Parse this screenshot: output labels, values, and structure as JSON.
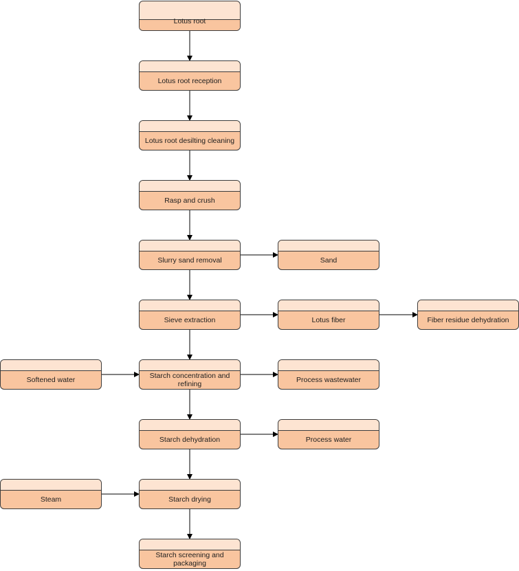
{
  "nodes": {
    "lotus_root": "Lotus root",
    "lotus_root_reception": "Lotus root reception",
    "desilting_cleaning": "Lotus root desilting cleaning",
    "rasp_and_crush": "Rasp and crush",
    "slurry_sand_removal": "Slurry sand removal",
    "sand": "Sand",
    "sieve_extraction": "Sieve extraction",
    "lotus_fiber": "Lotus fiber",
    "fiber_residue_dehydration": "Fiber residue dehydration",
    "softened_water": "Softened water",
    "starch_concentration_refining": "Starch concentration and refining",
    "process_wastewater": "Process wastewater",
    "starch_dehydration": "Starch dehydration",
    "process_water": "Process water",
    "steam": "Steam",
    "starch_drying": "Starch drying",
    "starch_screening_packaging": "Starch screening and packaging"
  },
  "colors": {
    "box_fill": "#f9c59f",
    "box_band": "#fde4d2",
    "stroke": "#3c3c3c",
    "arrow": "#000000"
  }
}
